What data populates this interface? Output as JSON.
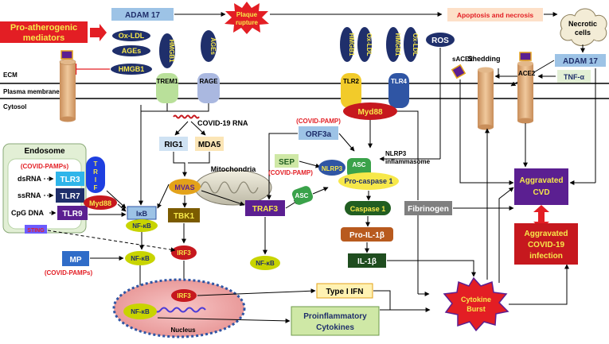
{
  "labels": {
    "pro_atherogenic": [
      "Pro-atherogenic",
      "mediators"
    ],
    "ox_ldl": "Ox-LDL",
    "ages": "AGEs",
    "hmgb1": "HMGB1",
    "adam17": "ADAM 17",
    "plaque_rupture": [
      "Plaque",
      "rupture"
    ],
    "apoptosis_necrosis": "Apoptosis and necrosis",
    "necrotic_cells": [
      "Necrotic",
      "cells"
    ],
    "ros": "ROS",
    "shedding": "Shedding",
    "sace2": "sACE2",
    "ace2": "ACE2",
    "tnf_alpha": "TNF-α",
    "ecm": "ECM",
    "plasma_membrane": "Plasma membrane",
    "cytosol": "Cytosol",
    "trem1": "TREM1",
    "rage": "RAGE",
    "tlr2": "TLR2",
    "tlr4": "TLR4",
    "myd88": "Myd88",
    "covid_rna": "COVID-19 RNA",
    "rig1": "RIG1",
    "mda5": "MDA5",
    "mitochondria": "Mitochondria",
    "mavs": "MVAS",
    "tbk1": "TBK1",
    "irf3": "IRF3",
    "traf3": "TRAF3",
    "orf3a": "ORF3a",
    "covid_pamp": "(COVID-PAMP)",
    "covid_pamps": "(COVID-PAMPs)",
    "sep": "SEP",
    "nlrp3": "NLRP3",
    "asc": "ASC",
    "nlrp3_inflammasome": [
      "NLRP3",
      "inflammasome"
    ],
    "pro_caspase1": "Pro-caspase 1",
    "caspase1": "Caspase 1",
    "pro_il1b": "Pro-IL-1β",
    "il1b": "IL-1β",
    "fibrinogen": "Fibrinogen",
    "endosome": "Endosome",
    "dsrna": "dsRNA",
    "ssrna": "ssRNA",
    "cpg_dna": "CpG DNA",
    "tlr3": "TLR3",
    "tlr7": "TLR7",
    "tlr9": "TLR9",
    "trif": [
      "T",
      "R",
      "I",
      "F"
    ],
    "sting": "STING",
    "ikb": "IκB",
    "nfkb": "NF-κB",
    "mp": "MP",
    "nucleus": "Nucleus",
    "type1_ifn": "Type I IFN",
    "proinflammatory": [
      "Proinflammatory",
      "Cytokines"
    ],
    "cytokine_burst": [
      "Cytokine",
      "Burst"
    ],
    "aggravated_cvd": [
      "Aggravated",
      "CVD"
    ],
    "aggravated_covid": [
      "Aggravated",
      "COVID-19",
      "infection"
    ]
  },
  "colors": {
    "red": "#e31e24",
    "purple": "#5b1f91",
    "navy": "#1f2f6b",
    "yellow_green": "#c8d400",
    "orange_gold": "#e3a21a",
    "light_blue": "#9dc3e6",
    "tan": "#e3b88a",
    "green_dark": "#215e21"
  }
}
